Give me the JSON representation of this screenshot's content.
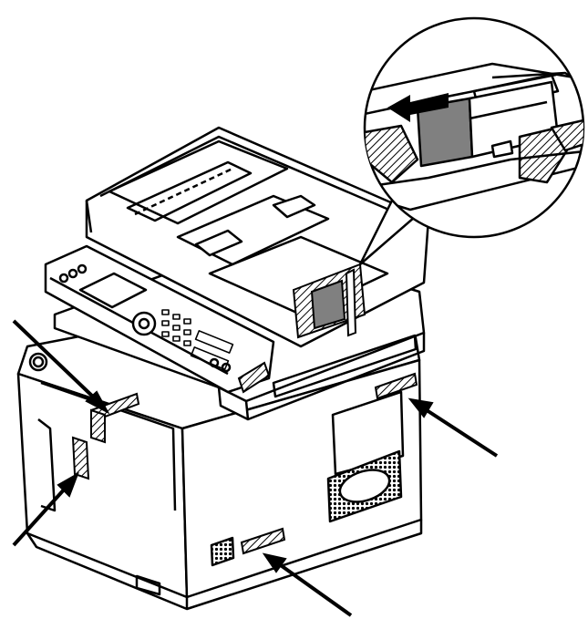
{
  "illustration": {
    "subject": "multifunction-printer",
    "line_color": "#000000",
    "fill_color": "#ffffff",
    "tape_color": "#808080",
    "arrow_count": 5
  },
  "callout": {
    "contents": "packing-piece-removal",
    "arrow_icon": "arrow-left-icon"
  },
  "tape_locations": [
    "adf-hinge",
    "front-left-top",
    "front-left-door",
    "right-side",
    "bottom-right-front"
  ]
}
